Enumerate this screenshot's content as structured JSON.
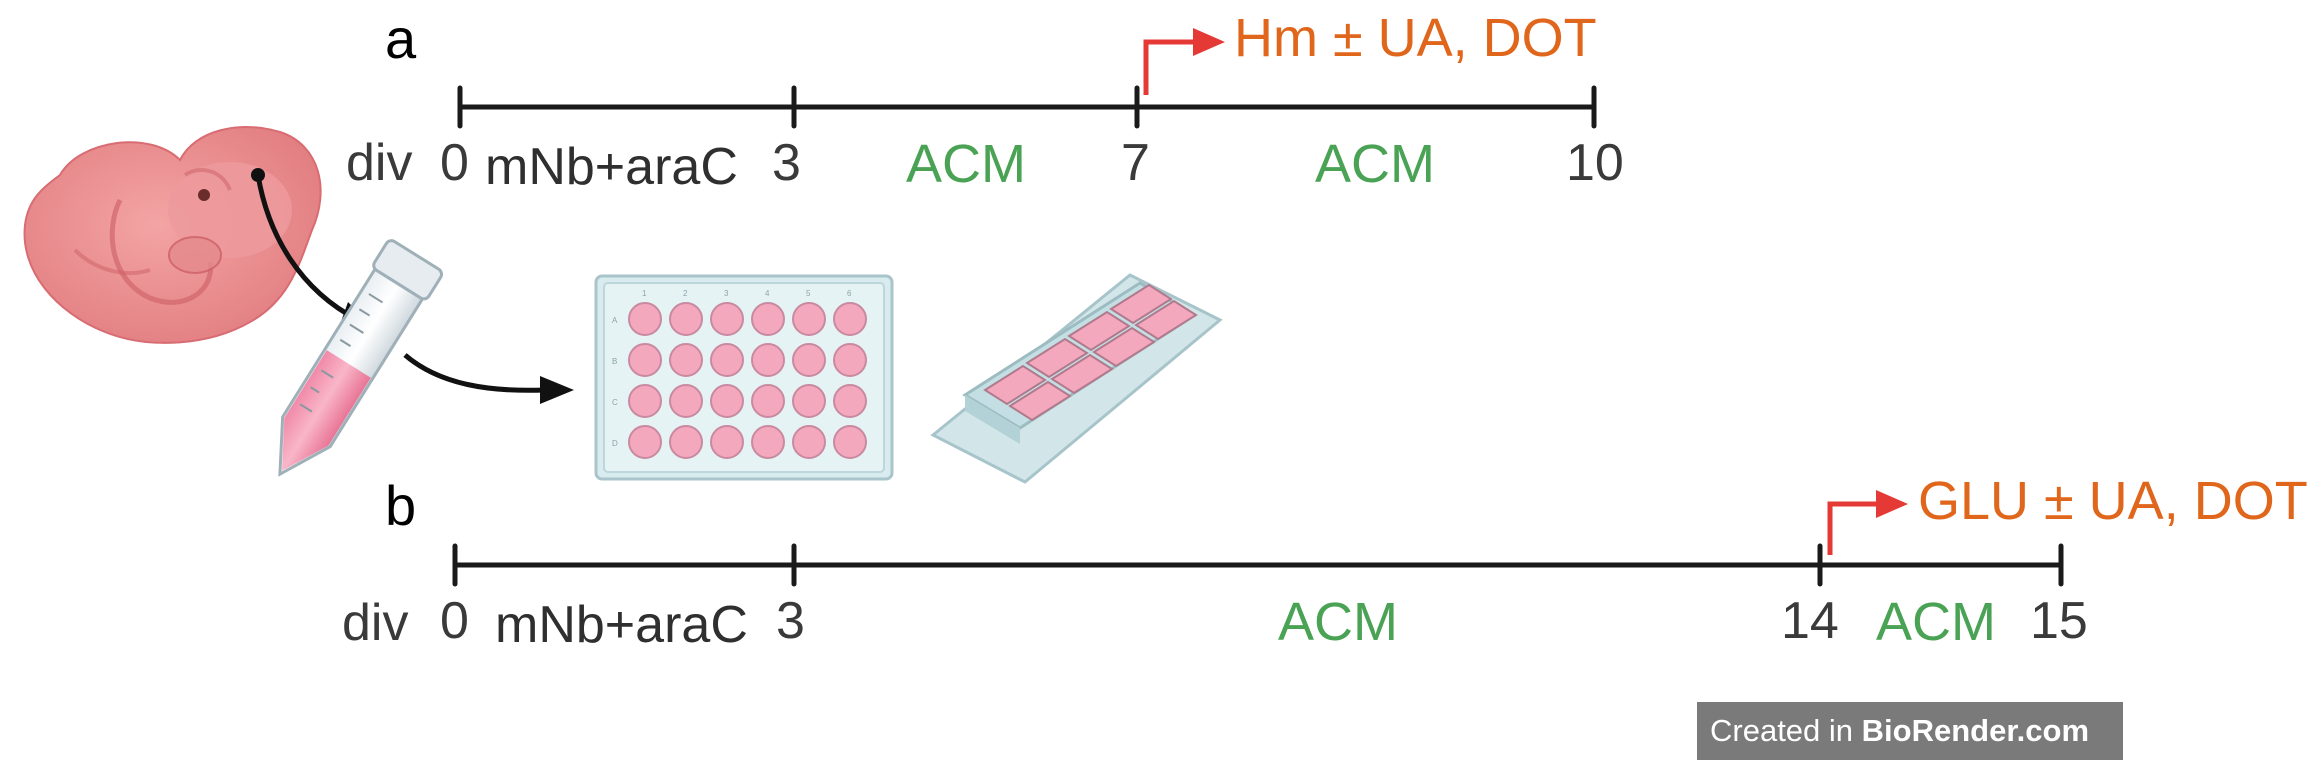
{
  "panel_a": {
    "letter": "a",
    "div_label": "div",
    "ticks": [
      "0",
      "3",
      "7",
      "10"
    ],
    "medium_0_3": "mNb+araC",
    "medium_3_7": "ACM",
    "medium_7_10": "ACM",
    "treatment": "Hm ± UA, DOT"
  },
  "panel_b": {
    "letter": "b",
    "div_label": "div",
    "ticks": [
      "0",
      "3",
      "14",
      "15"
    ],
    "medium_0_3": "mNb+araC",
    "medium_3_14": "ACM",
    "medium_14_15": "ACM",
    "treatment": "GLU ± UA, DOT"
  },
  "plate": {
    "column_numbers": [
      "1",
      "2",
      "3",
      "4",
      "5",
      "6"
    ],
    "row_letters": [
      "A",
      "B",
      "C",
      "D"
    ]
  },
  "badge": {
    "prefix": "Created in ",
    "brand": "BioRender.com"
  },
  "colors": {
    "timeline": "#1a1a1a",
    "acm_text": "#4aa255",
    "treatment_text": "#e0661c",
    "arrow": "#e53935",
    "tissue": "#e8898a",
    "well": "#f4a8bd",
    "plate": "#d8ebee"
  }
}
